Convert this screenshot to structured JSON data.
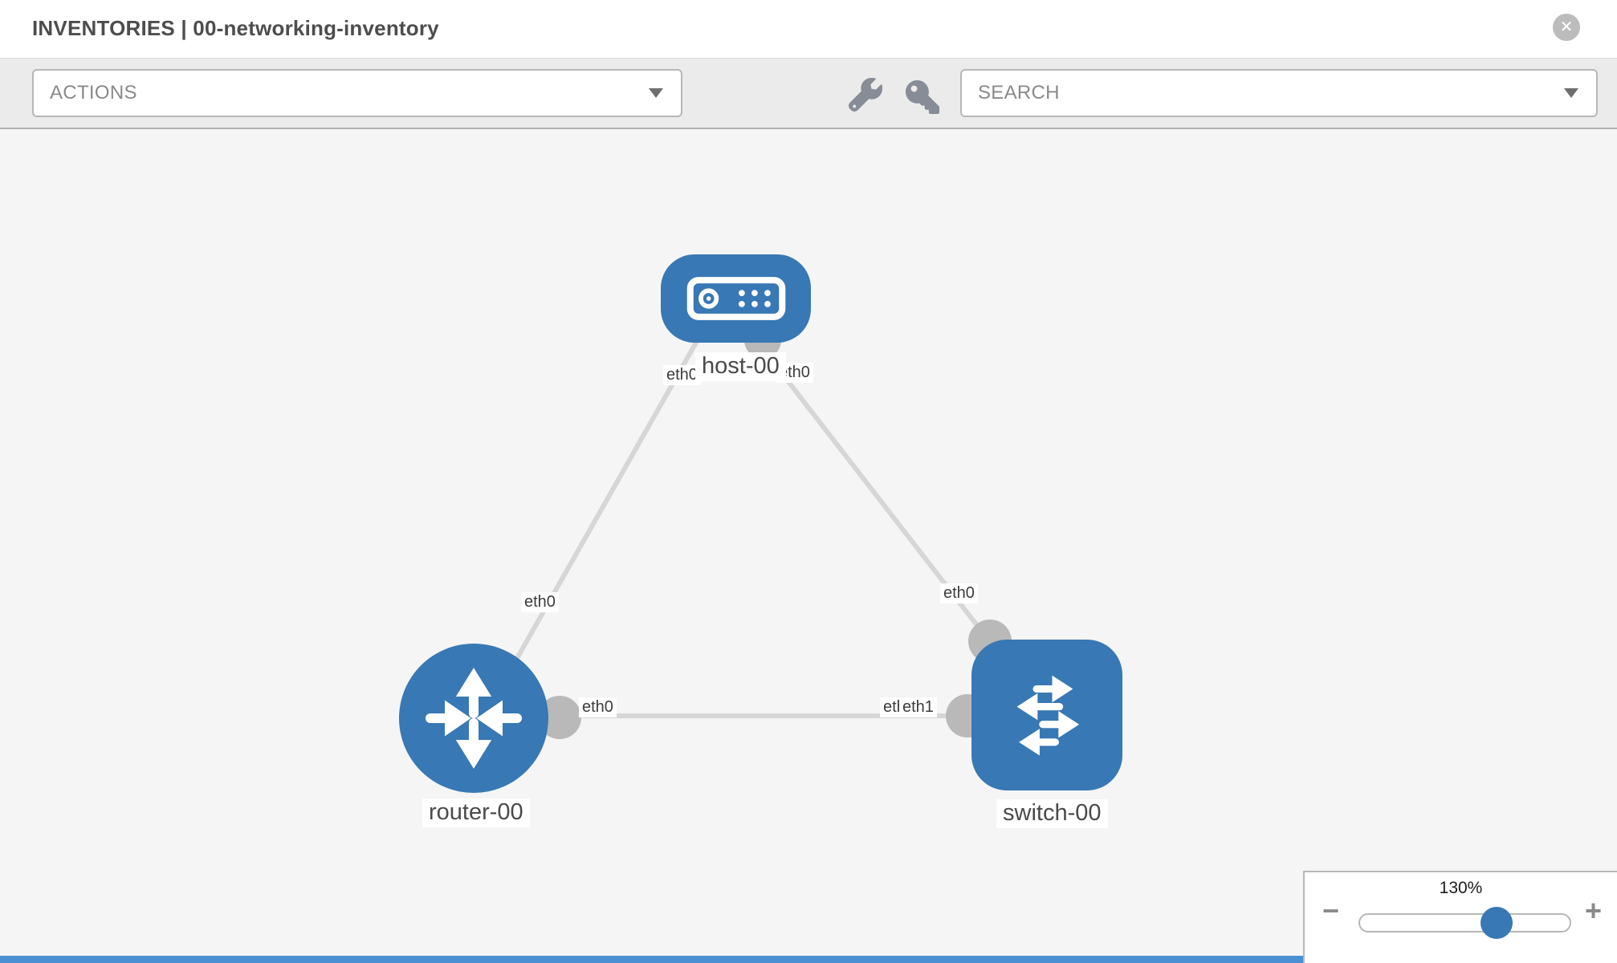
{
  "header": {
    "title": "INVENTORIES | 00-networking-inventory",
    "close_icon": "close-icon"
  },
  "toolbar": {
    "actions_label": "ACTIONS",
    "search_label": "SEARCH",
    "tools": [
      {
        "icon": "wrench-icon"
      },
      {
        "icon": "key-icon"
      }
    ],
    "caret_icon": "chevron-down-icon"
  },
  "topology": {
    "nodes": [
      {
        "label": "host-00",
        "type": "host",
        "icon": "host-icon"
      },
      {
        "label": "router-00",
        "type": "router",
        "icon": "router-icon"
      },
      {
        "label": "switch-00",
        "type": "switch",
        "icon": "switch-icon"
      }
    ],
    "links": [
      {
        "source": "host-00",
        "target": "router-00",
        "source_interface": "eth0",
        "target_interface": "eth0"
      },
      {
        "source": "host-00",
        "target": "switch-00",
        "source_interface": "eth0",
        "target_interface": "eth0"
      },
      {
        "source": "router-00",
        "target": "switch-00",
        "source_interface": "eth0",
        "target_interface": "eth1"
      }
    ],
    "overlapped_label": "eth0"
  },
  "zoom": {
    "level": "130%",
    "minus_label": "−",
    "plus_label": "+",
    "thumb_percent": 65
  },
  "colors": {
    "node_blue": "#3878b4",
    "link_gray": "#d6d6d6",
    "endpoint_gray": "#b9b9b9",
    "canvas_bg": "#f5f5f5",
    "toolbar_bg": "#ebebeb",
    "bottom_strip_blue": "#4a90d2"
  }
}
